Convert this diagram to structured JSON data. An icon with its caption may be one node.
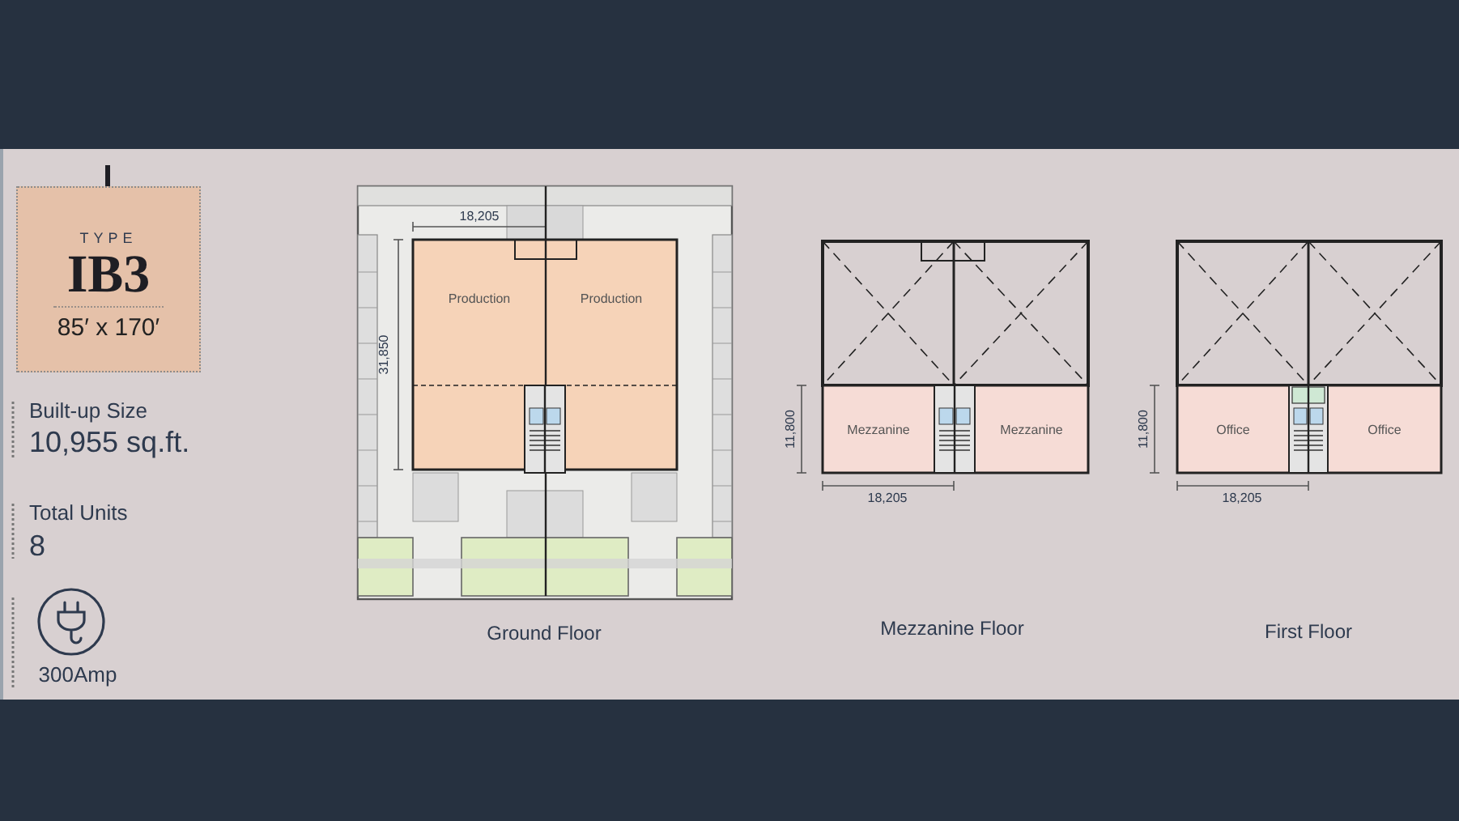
{
  "diagram": {
    "nodes": [
      {
        "text": [
          "TYPE",
          "IB3",
          "85′ x 170′"
        ]
      },
      {
        "text": [
          "Production"
        ]
      },
      {
        "text": [
          "Production"
        ]
      },
      {
        "text": [
          "Mezzanine"
        ]
      },
      {
        "text": [
          "Mezzanine"
        ]
      },
      {
        "text": [
          "Office"
        ]
      },
      {
        "text": [
          "Office"
        ]
      }
    ],
    "edges": [],
    "labels": [
      "Built-up Size",
      "10,955 sq.ft.",
      "Total Units",
      "8",
      "300Amp",
      "18,205",
      "31,850",
      "Ground Floor",
      "11,800",
      "18,205",
      "Mezzanine Floor",
      "11,800",
      "18,205",
      "First Floor"
    ]
  }
}
